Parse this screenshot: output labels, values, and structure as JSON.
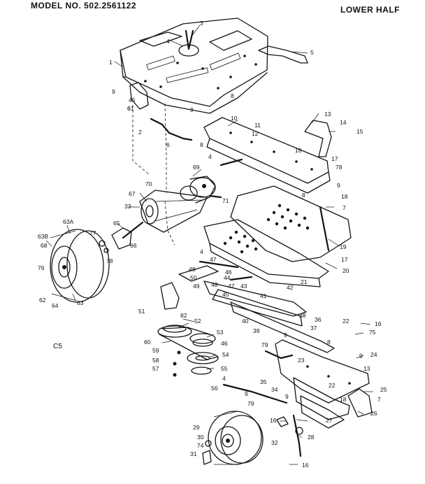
{
  "header": {
    "model_number": "MODEL NO. 502.2561122",
    "section": "LOWER HALF"
  },
  "diagram_code": "C5",
  "callouts": [
    {
      "id": "1",
      "text": "1"
    },
    {
      "id": "2",
      "text": "2"
    },
    {
      "id": "3",
      "text": "3"
    },
    {
      "id": "4a",
      "text": "4"
    },
    {
      "id": "4b",
      "text": "4"
    },
    {
      "id": "4c",
      "text": "4"
    },
    {
      "id": "4d",
      "text": "4"
    },
    {
      "id": "5",
      "text": "5"
    },
    {
      "id": "6a",
      "text": "6"
    },
    {
      "id": "6b",
      "text": "6"
    },
    {
      "id": "7a",
      "text": "7"
    },
    {
      "id": "7b",
      "text": "7"
    },
    {
      "id": "8a",
      "text": "8"
    },
    {
      "id": "8b",
      "text": "8"
    },
    {
      "id": "8c",
      "text": "8"
    },
    {
      "id": "8d",
      "text": "8"
    },
    {
      "id": "9a",
      "text": "9"
    },
    {
      "id": "9b",
      "text": "9"
    },
    {
      "id": "9c",
      "text": "9"
    },
    {
      "id": "9d",
      "text": "9"
    },
    {
      "id": "9e",
      "text": "9"
    },
    {
      "id": "9f",
      "text": "9"
    },
    {
      "id": "9g",
      "text": "9"
    },
    {
      "id": "10",
      "text": "10"
    },
    {
      "id": "11",
      "text": "11"
    },
    {
      "id": "12",
      "text": "12"
    },
    {
      "id": "13a",
      "text": "13"
    },
    {
      "id": "13b",
      "text": "13"
    },
    {
      "id": "14",
      "text": "14"
    },
    {
      "id": "15",
      "text": "15"
    },
    {
      "id": "16a",
      "text": "16"
    },
    {
      "id": "16b",
      "text": "16"
    },
    {
      "id": "16c",
      "text": "16"
    },
    {
      "id": "16d",
      "text": "16"
    },
    {
      "id": "17a",
      "text": "17"
    },
    {
      "id": "17b",
      "text": "17"
    },
    {
      "id": "18a",
      "text": "18"
    },
    {
      "id": "18b",
      "text": "18"
    },
    {
      "id": "19",
      "text": "19"
    },
    {
      "id": "20",
      "text": "20"
    },
    {
      "id": "21",
      "text": "21"
    },
    {
      "id": "22a",
      "text": "22"
    },
    {
      "id": "22b",
      "text": "22"
    },
    {
      "id": "23",
      "text": "23"
    },
    {
      "id": "24",
      "text": "24"
    },
    {
      "id": "25",
      "text": "25"
    },
    {
      "id": "26",
      "text": "26"
    },
    {
      "id": "27",
      "text": "27"
    },
    {
      "id": "28",
      "text": "28"
    },
    {
      "id": "29",
      "text": "29"
    },
    {
      "id": "30",
      "text": "30"
    },
    {
      "id": "31",
      "text": "31"
    },
    {
      "id": "32",
      "text": "32"
    },
    {
      "id": "33",
      "text": "33"
    },
    {
      "id": "34",
      "text": "34"
    },
    {
      "id": "35",
      "text": "35"
    },
    {
      "id": "36",
      "text": "36"
    },
    {
      "id": "37",
      "text": "37"
    },
    {
      "id": "38",
      "text": "38"
    },
    {
      "id": "39",
      "text": "39"
    },
    {
      "id": "40",
      "text": "40"
    },
    {
      "id": "41",
      "text": "41"
    },
    {
      "id": "42",
      "text": "42"
    },
    {
      "id": "43",
      "text": "43"
    },
    {
      "id": "44",
      "text": "44"
    },
    {
      "id": "45a",
      "text": "45"
    },
    {
      "id": "45b",
      "text": "45"
    },
    {
      "id": "46a",
      "text": "46"
    },
    {
      "id": "46b",
      "text": "46"
    },
    {
      "id": "47a",
      "text": "47"
    },
    {
      "id": "47b",
      "text": "47"
    },
    {
      "id": "48a",
      "text": "48"
    },
    {
      "id": "48b",
      "text": "48"
    },
    {
      "id": "49",
      "text": "49"
    },
    {
      "id": "50",
      "text": "50"
    },
    {
      "id": "51",
      "text": "51"
    },
    {
      "id": "52",
      "text": "52"
    },
    {
      "id": "53",
      "text": "53"
    },
    {
      "id": "54",
      "text": "54"
    },
    {
      "id": "55",
      "text": "55"
    },
    {
      "id": "56",
      "text": "56"
    },
    {
      "id": "57",
      "text": "57"
    },
    {
      "id": "58",
      "text": "58"
    },
    {
      "id": "59",
      "text": "59"
    },
    {
      "id": "60",
      "text": "60"
    },
    {
      "id": "61",
      "text": "61"
    },
    {
      "id": "62",
      "text": "62"
    },
    {
      "id": "63",
      "text": "63"
    },
    {
      "id": "63A",
      "text": "63A"
    },
    {
      "id": "63B",
      "text": "63B"
    },
    {
      "id": "64",
      "text": "64"
    },
    {
      "id": "65",
      "text": "65"
    },
    {
      "id": "66",
      "text": "66"
    },
    {
      "id": "67",
      "text": "67"
    },
    {
      "id": "68",
      "text": "68"
    },
    {
      "id": "69",
      "text": "69"
    },
    {
      "id": "70",
      "text": "70"
    },
    {
      "id": "71",
      "text": "71"
    },
    {
      "id": "74",
      "text": "74"
    },
    {
      "id": "75",
      "text": "75"
    },
    {
      "id": "76",
      "text": "76"
    },
    {
      "id": "77",
      "text": "77"
    },
    {
      "id": "78a",
      "text": "78"
    },
    {
      "id": "78b",
      "text": "78"
    },
    {
      "id": "79a",
      "text": "79"
    },
    {
      "id": "79b",
      "text": "79"
    },
    {
      "id": "82",
      "text": "82"
    }
  ]
}
